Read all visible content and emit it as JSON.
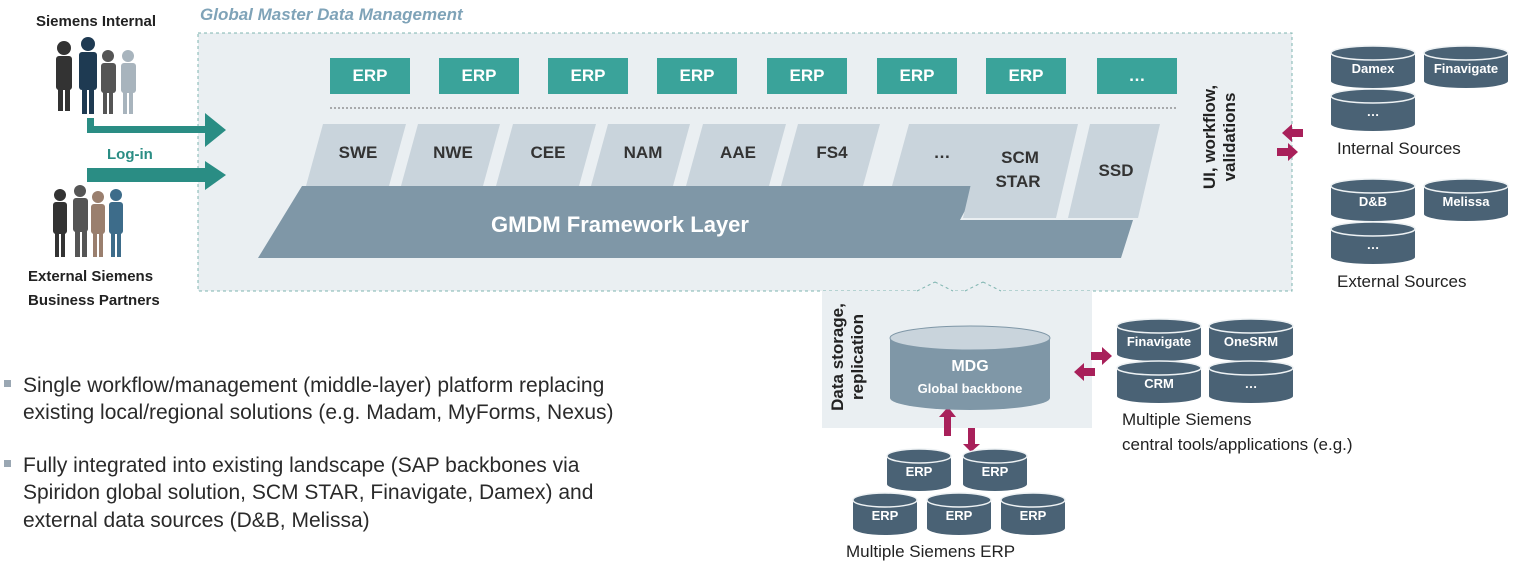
{
  "title": "Global Master Data Management",
  "erp_top": [
    "ERP",
    "ERP",
    "ERP",
    "ERP",
    "ERP",
    "ERP",
    "ERP",
    "…"
  ],
  "regions": [
    "SWE",
    "NWE",
    "CEE",
    "NAM",
    "AAE",
    "FS4",
    "…"
  ],
  "scm_star": [
    "SCM",
    "STAR"
  ],
  "ssd": "SSD",
  "framework": "GMDM Framework Layer",
  "ui_workflow": [
    "UI, workflow,",
    "validations"
  ],
  "data_storage": [
    "Data storage,",
    "replication"
  ],
  "mdg": {
    "title": "MDG",
    "subtitle": "Global backbone"
  },
  "people": {
    "internal": "Siemens Internal",
    "login": "Log-in",
    "external_1": "External Siemens",
    "external_2": "Business Partners"
  },
  "internal_sources": {
    "caption": "Internal Sources",
    "items": [
      "Damex",
      "Finavigate",
      "…"
    ]
  },
  "external_sources": {
    "caption": "External Sources",
    "items": [
      "D&B",
      "Melissa",
      "…"
    ]
  },
  "central_tools": {
    "caption_1": "Multiple Siemens",
    "caption_2": "central tools/applications (e.g.)",
    "items": [
      "Finavigate",
      "OneSRM",
      "CRM",
      "…"
    ]
  },
  "erp_cluster": {
    "caption": "Multiple Siemens ERP",
    "items": [
      "ERP",
      "ERP",
      "ERP",
      "ERP",
      "ERP"
    ]
  },
  "bullets": [
    [
      "Single workflow/management (middle-layer) platform replacing",
      "existing local/regional solutions (e.g. Madam, MyForms, Nexus)"
    ],
    [
      "Fully integrated into existing landscape (SAP backbones via",
      "Spiridon global solution, SCM STAR, Finavigate, Damex) and",
      "external data sources (D&B, Melissa)"
    ]
  ],
  "colors": {
    "teal": "#3aa39a",
    "slate": "#4a6275",
    "region": "#c9d4dc",
    "framework": "#7f97a7",
    "panel": "#e9eef1",
    "arrow": "#a8205a"
  }
}
